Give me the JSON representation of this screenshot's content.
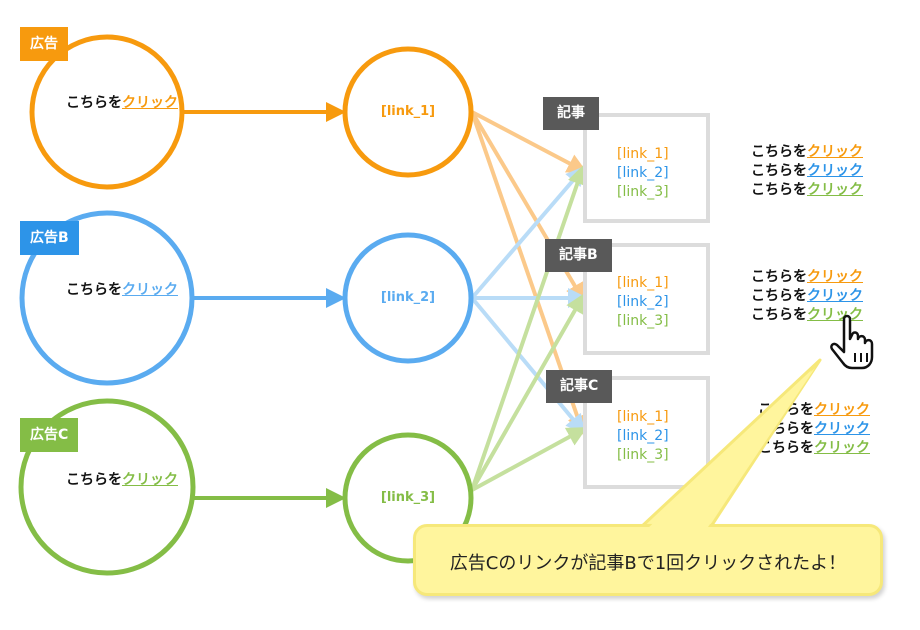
{
  "colors": {
    "orange": "#f79a0e",
    "blue": "#5aabf0",
    "green": "#84bd46",
    "orange_light": "#fbc98a",
    "blue_light": "#b9dcf7",
    "green_light": "#c5e09e",
    "article_border": "#dcdcdc",
    "article_tag": "#595959",
    "callout_fill": "#fff59d"
  },
  "ads": [
    {
      "tag": "広告",
      "text_prefix": "こちらを",
      "text_link": "クリック",
      "link_label": "[link_1]",
      "color": "#f79a0e"
    },
    {
      "tag": "広告B",
      "text_prefix": "こちらを",
      "text_link": "クリック",
      "link_label": "[link_2]",
      "color": "#5aabf0"
    },
    {
      "tag": "広告C",
      "text_prefix": "こちらを",
      "text_link": "クリック",
      "link_label": "[link_3]",
      "color": "#84bd46"
    }
  ],
  "articles": [
    {
      "tag": "記事",
      "links": [
        "[link_1]",
        "[link_2]",
        "[link_3]"
      ]
    },
    {
      "tag": "記事B",
      "links": [
        "[link_1]",
        "[link_2]",
        "[link_3]"
      ]
    },
    {
      "tag": "記事C",
      "links": [
        "[link_1]",
        "[link_2]",
        "[link_3]"
      ]
    }
  ],
  "click_groups": [
    {
      "prefix": "こちらを",
      "link": "クリック",
      "rows": 3
    },
    {
      "prefix": "こちらを",
      "link": "クリック",
      "rows": 3
    },
    {
      "prefix": "こちらを",
      "link": "クリック",
      "rows": 3
    }
  ],
  "icons": {
    "cursor": "hand-pointer-icon"
  },
  "callout": {
    "text": "広告Cのリンクが記事Bで1回クリックされたよ！"
  }
}
